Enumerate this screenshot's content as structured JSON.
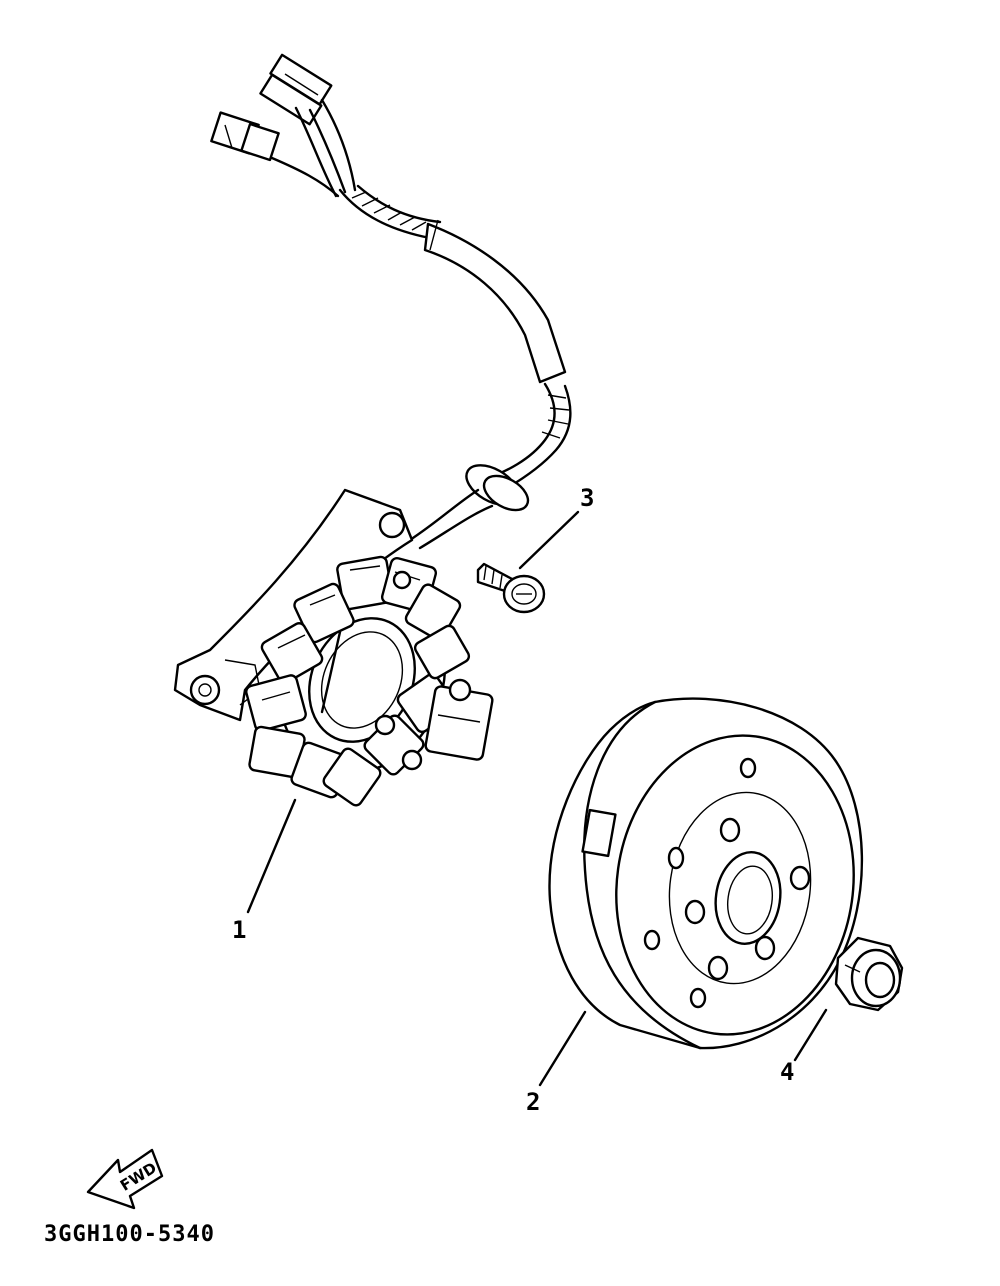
{
  "diagram": {
    "parts": [
      {
        "number": "1",
        "name": "stator-assembly"
      },
      {
        "number": "2",
        "name": "rotor-flywheel"
      },
      {
        "number": "3",
        "name": "screw"
      },
      {
        "number": "4",
        "name": "nut"
      }
    ],
    "direction_label": "FWD",
    "diagram_code": "3GGH100-5340"
  }
}
